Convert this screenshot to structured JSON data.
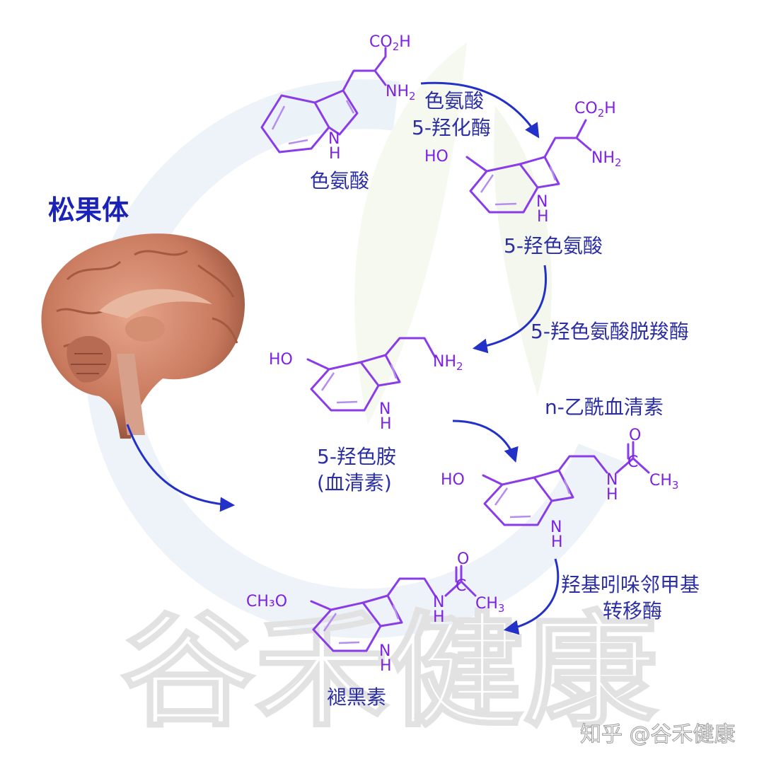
{
  "title": "松果体",
  "compounds": {
    "tryptophan": "色氨酸",
    "htp": "5-羟色氨酸",
    "serotonin_line1": "5-羟色胺",
    "serotonin_line2": "(血清素)",
    "melatonin": "褪黑素"
  },
  "enzymes": {
    "e1_line1": "色氨酸",
    "e1_line2": "5-羟化酶",
    "e2": "5-羟色氨酸脱羧酶",
    "e3": "n-乙酰血清素",
    "e4_line1": "羟基吲哚邻甲基",
    "e4_line2": "转移酶"
  },
  "chem_labels": {
    "co": "CO",
    "two": "2",
    "h": "H",
    "nh": "NH",
    "n_atom": "N",
    "ho": "HO",
    "o_atom": "O",
    "c_atom": "C",
    "ch": "CH",
    "three": "3",
    "ch3o": "CH₃O"
  },
  "watermark": "谷禾健康",
  "credit": "知乎 @谷禾健康",
  "colors": {
    "structure": "#7d22e0",
    "label": "#2b2fa3",
    "arrow": "#2431c8",
    "title": "#1a22b8",
    "brain": "#c97a5e"
  }
}
